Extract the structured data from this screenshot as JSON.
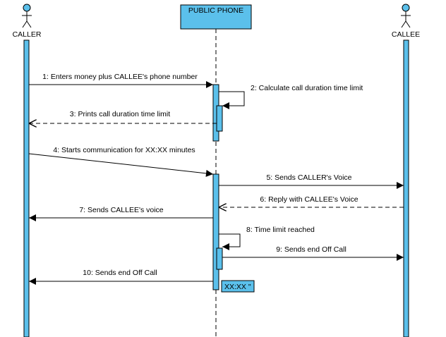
{
  "actors": {
    "caller": {
      "name": "CALLER"
    },
    "callee": {
      "name": "CALLEE"
    }
  },
  "object": {
    "name": "PUBLIC PHONE"
  },
  "messages": [
    {
      "num": "1",
      "text": "1: Enters money plus CALLEE's phone number",
      "kind": "sync"
    },
    {
      "num": "2",
      "text": "2: Calculate call duration time limit",
      "kind": "self"
    },
    {
      "num": "3",
      "text": "3: Prints call duration time limit",
      "kind": "return"
    },
    {
      "num": "4",
      "text": "4: Starts communication for XX:XX minutes",
      "kind": "sync"
    },
    {
      "num": "5",
      "text": "5: Sends CALLER's Voice",
      "kind": "sync"
    },
    {
      "num": "6",
      "text": "6: Reply with CALLEE's Voice",
      "kind": "return"
    },
    {
      "num": "7",
      "text": "7: Sends CALLEE's voice",
      "kind": "sync"
    },
    {
      "num": "8",
      "text": "8: Time limit reached",
      "kind": "self"
    },
    {
      "num": "9",
      "text": "9: Sends end Off Call",
      "kind": "sync"
    },
    {
      "num": "10",
      "text": "10: Sends end Off Call",
      "kind": "sync"
    }
  ],
  "timer_note": "XX:XX \"",
  "colors": {
    "lifeline_fill": "#5bc0eb",
    "line": "#000000",
    "dashed": "#000000"
  }
}
